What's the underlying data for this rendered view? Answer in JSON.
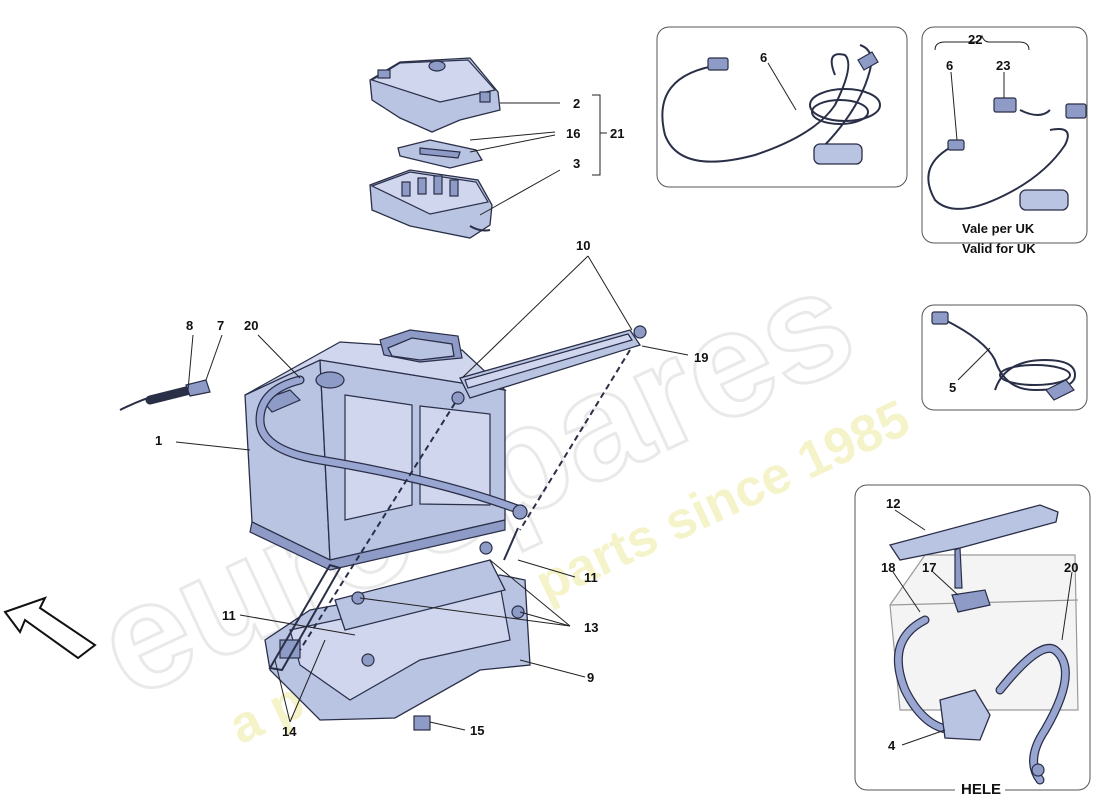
{
  "callouts": {
    "c1": "1",
    "c2": "2",
    "c3": "3",
    "c4": "4",
    "c5": "5",
    "c6a": "6",
    "c6b": "6",
    "c7": "7",
    "c8": "8",
    "c9": "9",
    "c10": "10",
    "c11a": "11",
    "c11b": "11",
    "c12": "12",
    "c13": "13",
    "c14": "14",
    "c15": "15",
    "c16": "16",
    "c17": "17",
    "c18": "18",
    "c19": "19",
    "c20a": "20",
    "c20b": "20",
    "c21": "21",
    "c22": "22",
    "c23": "23"
  },
  "notes": {
    "uk_it": "Vale per UK",
    "uk_en": "Valid for UK",
    "hele": "HELE"
  },
  "watermark": {
    "brand": "eurospares",
    "tagline": "a passion for parts since 1985"
  },
  "colors": {
    "part_fill": "#b9c3e2",
    "outline": "#2a2f48",
    "watermark": "#f3f2c0"
  }
}
